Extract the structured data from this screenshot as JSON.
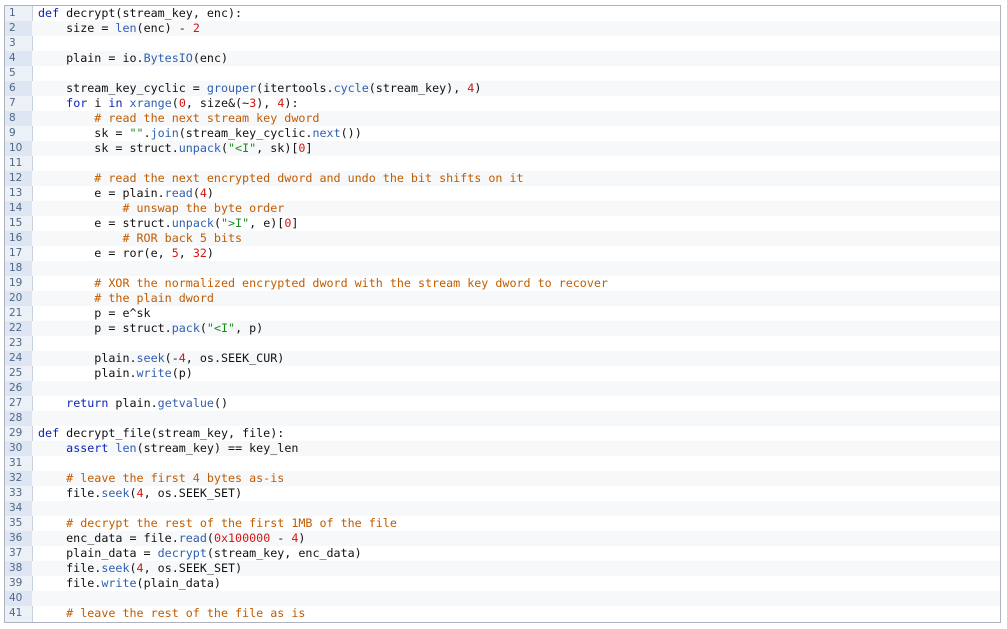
{
  "colors": {
    "keyword": "#0a24b8",
    "builtin": "#2f5fb0",
    "number": "#d31510",
    "string": "#1a8a1a",
    "comment": "#c25c00",
    "text": "#111111",
    "gutter_bg": "#ecf1f8",
    "line_number": "#4f6786"
  },
  "code_lines": [
    {
      "n": "1",
      "t": [
        [
          "kw",
          "def"
        ],
        [
          "tx",
          " decrypt(stream_key, enc):"
        ]
      ]
    },
    {
      "n": "2",
      "t": [
        [
          "tx",
          "    size = "
        ],
        [
          "fn",
          "len"
        ],
        [
          "tx",
          "(enc) - "
        ],
        [
          "num",
          "2"
        ]
      ]
    },
    {
      "n": "3",
      "t": []
    },
    {
      "n": "4",
      "t": [
        [
          "tx",
          "    plain = io."
        ],
        [
          "fn",
          "BytesIO"
        ],
        [
          "tx",
          "(enc)"
        ]
      ]
    },
    {
      "n": "5",
      "t": []
    },
    {
      "n": "6",
      "t": [
        [
          "tx",
          "    stream_key_cyclic = "
        ],
        [
          "fn",
          "grouper"
        ],
        [
          "tx",
          "(itertools."
        ],
        [
          "fn",
          "cycle"
        ],
        [
          "tx",
          "(stream_key), "
        ],
        [
          "num",
          "4"
        ],
        [
          "tx",
          ")"
        ]
      ]
    },
    {
      "n": "7",
      "t": [
        [
          "tx",
          "    "
        ],
        [
          "kw",
          "for"
        ],
        [
          "tx",
          " i "
        ],
        [
          "kw",
          "in"
        ],
        [
          "tx",
          " "
        ],
        [
          "fn",
          "xrange"
        ],
        [
          "tx",
          "("
        ],
        [
          "num",
          "0"
        ],
        [
          "tx",
          ", size&(~"
        ],
        [
          "num",
          "3"
        ],
        [
          "tx",
          "), "
        ],
        [
          "num",
          "4"
        ],
        [
          "tx",
          "):"
        ]
      ]
    },
    {
      "n": "8",
      "t": [
        [
          "com",
          "        # read the next stream key dword"
        ]
      ]
    },
    {
      "n": "9",
      "t": [
        [
          "tx",
          "        sk = "
        ],
        [
          "str",
          "\"\""
        ],
        [
          "tx",
          "."
        ],
        [
          "fn",
          "join"
        ],
        [
          "tx",
          "(stream_key_cyclic."
        ],
        [
          "fn",
          "next"
        ],
        [
          "tx",
          "())"
        ]
      ]
    },
    {
      "n": "10",
      "t": [
        [
          "tx",
          "        sk = struct."
        ],
        [
          "fn",
          "unpack"
        ],
        [
          "tx",
          "("
        ],
        [
          "str",
          "\"<I\""
        ],
        [
          "tx",
          ", sk)["
        ],
        [
          "num",
          "0"
        ],
        [
          "tx",
          "]"
        ]
      ]
    },
    {
      "n": "11",
      "t": []
    },
    {
      "n": "12",
      "t": [
        [
          "com",
          "        # read the next encrypted dword and undo the bit shifts on it"
        ]
      ]
    },
    {
      "n": "13",
      "t": [
        [
          "tx",
          "        e = plain."
        ],
        [
          "fn",
          "read"
        ],
        [
          "tx",
          "("
        ],
        [
          "num",
          "4"
        ],
        [
          "tx",
          ")"
        ]
      ]
    },
    {
      "n": "14",
      "t": [
        [
          "com",
          "            # unswap the byte order"
        ]
      ]
    },
    {
      "n": "15",
      "t": [
        [
          "tx",
          "        e = struct."
        ],
        [
          "fn",
          "unpack"
        ],
        [
          "tx",
          "("
        ],
        [
          "str",
          "\">I\""
        ],
        [
          "tx",
          ", e)["
        ],
        [
          "num",
          "0"
        ],
        [
          "tx",
          "]"
        ]
      ]
    },
    {
      "n": "16",
      "t": [
        [
          "com",
          "            # ROR back 5 bits"
        ]
      ]
    },
    {
      "n": "17",
      "t": [
        [
          "tx",
          "        e = ror(e, "
        ],
        [
          "num",
          "5"
        ],
        [
          "tx",
          ", "
        ],
        [
          "num",
          "32"
        ],
        [
          "tx",
          ")"
        ]
      ]
    },
    {
      "n": "18",
      "t": []
    },
    {
      "n": "19",
      "t": [
        [
          "com",
          "        # XOR the normalized encrypted dword with the stream key dword to recover"
        ]
      ]
    },
    {
      "n": "20",
      "t": [
        [
          "com",
          "        # the plain dword"
        ]
      ]
    },
    {
      "n": "21",
      "t": [
        [
          "tx",
          "        p = e^sk"
        ]
      ]
    },
    {
      "n": "22",
      "t": [
        [
          "tx",
          "        p = struct."
        ],
        [
          "fn",
          "pack"
        ],
        [
          "tx",
          "("
        ],
        [
          "str",
          "\"<I\""
        ],
        [
          "tx",
          ", p)"
        ]
      ]
    },
    {
      "n": "23",
      "t": []
    },
    {
      "n": "24",
      "t": [
        [
          "tx",
          "        plain."
        ],
        [
          "fn",
          "seek"
        ],
        [
          "tx",
          "(-"
        ],
        [
          "num",
          "4"
        ],
        [
          "tx",
          ", os.SEEK_CUR)"
        ]
      ]
    },
    {
      "n": "25",
      "t": [
        [
          "tx",
          "        plain."
        ],
        [
          "fn",
          "write"
        ],
        [
          "tx",
          "(p)"
        ]
      ]
    },
    {
      "n": "26",
      "t": []
    },
    {
      "n": "27",
      "t": [
        [
          "tx",
          "    "
        ],
        [
          "kw",
          "return"
        ],
        [
          "tx",
          " plain."
        ],
        [
          "fn",
          "getvalue"
        ],
        [
          "tx",
          "()"
        ]
      ]
    },
    {
      "n": "28",
      "t": []
    },
    {
      "n": "29",
      "t": [
        [
          "kw",
          "def"
        ],
        [
          "tx",
          " decrypt_file(stream_key, file):"
        ]
      ]
    },
    {
      "n": "30",
      "t": [
        [
          "tx",
          "    "
        ],
        [
          "kw",
          "assert"
        ],
        [
          "tx",
          " "
        ],
        [
          "fn",
          "len"
        ],
        [
          "tx",
          "(stream_key) == key_len"
        ]
      ]
    },
    {
      "n": "31",
      "t": []
    },
    {
      "n": "32",
      "t": [
        [
          "com",
          "    # leave the first 4 bytes as-is"
        ]
      ]
    },
    {
      "n": "33",
      "t": [
        [
          "tx",
          "    file."
        ],
        [
          "fn",
          "seek"
        ],
        [
          "tx",
          "("
        ],
        [
          "num",
          "4"
        ],
        [
          "tx",
          ", os.SEEK_SET)"
        ]
      ]
    },
    {
      "n": "34",
      "t": []
    },
    {
      "n": "35",
      "t": [
        [
          "com",
          "    # decrypt the rest of the first 1MB of the file"
        ]
      ]
    },
    {
      "n": "36",
      "t": [
        [
          "tx",
          "    enc_data = file."
        ],
        [
          "fn",
          "read"
        ],
        [
          "tx",
          "("
        ],
        [
          "num",
          "0x100000"
        ],
        [
          "tx",
          " - "
        ],
        [
          "num",
          "4"
        ],
        [
          "tx",
          ")"
        ]
      ]
    },
    {
      "n": "37",
      "t": [
        [
          "tx",
          "    plain_data = "
        ],
        [
          "fn",
          "decrypt"
        ],
        [
          "tx",
          "(stream_key, enc_data)"
        ]
      ]
    },
    {
      "n": "38",
      "t": [
        [
          "tx",
          "    file."
        ],
        [
          "fn",
          "seek"
        ],
        [
          "tx",
          "("
        ],
        [
          "num",
          "4"
        ],
        [
          "tx",
          ", os.SEEK_SET)"
        ]
      ]
    },
    {
      "n": "39",
      "t": [
        [
          "tx",
          "    file."
        ],
        [
          "fn",
          "write"
        ],
        [
          "tx",
          "(plain_data)"
        ]
      ]
    },
    {
      "n": "40",
      "t": []
    },
    {
      "n": "41",
      "t": [
        [
          "com",
          "    # leave the rest of the file as is"
        ]
      ]
    }
  ]
}
